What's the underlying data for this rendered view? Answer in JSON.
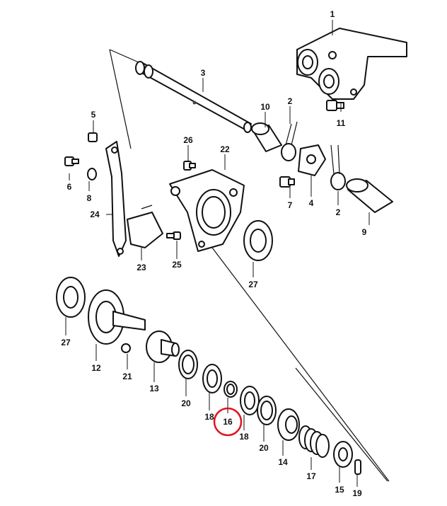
{
  "diagram": {
    "highlight_color": "#e0141e",
    "line_color": "#111111",
    "background": "#ffffff",
    "callouts": {
      "p1": "1",
      "p2a": "2",
      "p2b": "2",
      "p3": "3",
      "p4": "4",
      "p5": "5",
      "p6": "6",
      "p7": "7",
      "p8": "8",
      "p9": "9",
      "p10": "10",
      "p11": "11",
      "p12": "12",
      "p13": "13",
      "p14": "14",
      "p15": "15",
      "p16": "16",
      "p17": "17",
      "p18a": "18",
      "p18b": "18",
      "p19": "19",
      "p20a": "20",
      "p20b": "20",
      "p21": "21",
      "p22": "22",
      "p23": "23",
      "p24": "24",
      "p25": "25",
      "p26": "26",
      "p27a": "27",
      "p27b": "27"
    },
    "highlighted_part": "16"
  }
}
